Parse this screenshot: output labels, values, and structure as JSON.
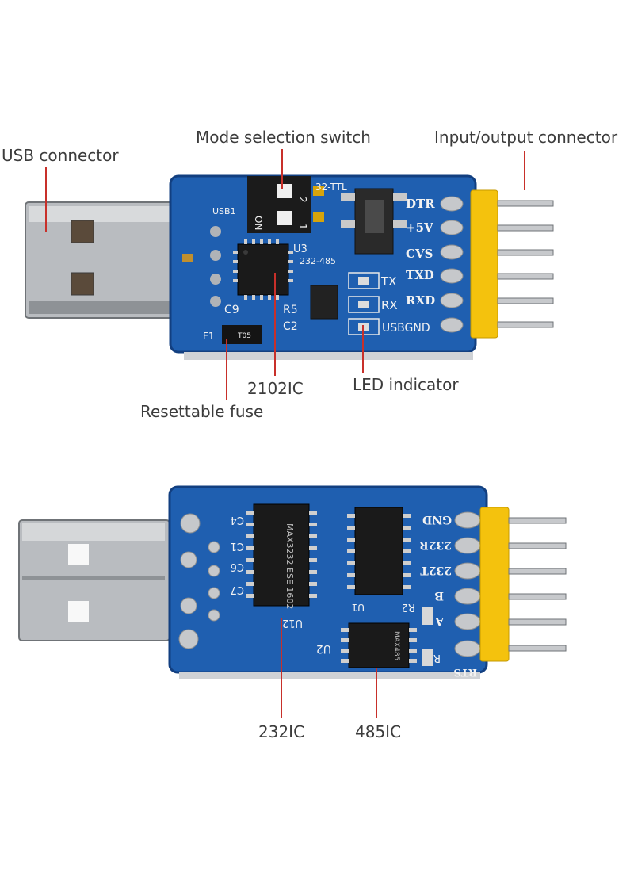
{
  "callouts": {
    "usb_connector": "USB connector",
    "mode_switch": "Mode selection switch",
    "io_connector": "Input/output connector",
    "ic_2102": "2102IC",
    "led_indicator": "LED indicator",
    "resettable_fuse": "Resettable fuse",
    "ic_232": "232IC",
    "ic_485": "485IC"
  },
  "top_board": {
    "pins": [
      "DTR",
      "+5V",
      "CVS",
      "TXD",
      "RXD",
      "USBGND"
    ],
    "leds": [
      "TX",
      "RX"
    ],
    "switch_label": "32-TTL",
    "switch_positions": [
      "ON",
      "1",
      "2"
    ],
    "refs": [
      "USB1",
      "U3",
      "232-485",
      "C9",
      "R5",
      "C2",
      "F1",
      "T05"
    ]
  },
  "bottom_board": {
    "pins": [
      "GND",
      "232R",
      "232T",
      "B",
      "A",
      "RTS"
    ],
    "refs": [
      "C4",
      "C1",
      "C6",
      "C7",
      "U12",
      "U1",
      "U2",
      "R2",
      "R1"
    ],
    "chip_232": "MAX3232 ESE 1602",
    "chip_485": "MAX485"
  },
  "colors": {
    "pcb": "#1f5fb0",
    "pcb_dark": "#123f80",
    "header": "#f4c20d",
    "leader": "#c8302a",
    "label": "#3c3c3c"
  }
}
